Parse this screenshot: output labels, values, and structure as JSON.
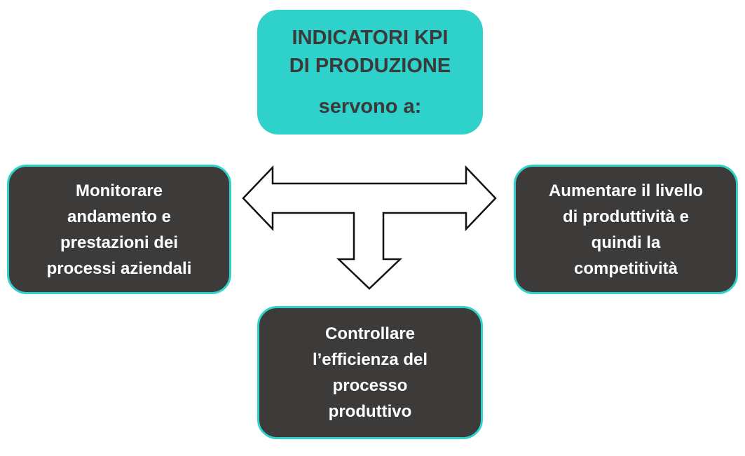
{
  "colors": {
    "accent": "#2fd1cb",
    "dark_box": "#3d3b39",
    "dark_text": "#3a3a3a",
    "light_text": "#ffffff"
  },
  "top_box": {
    "title_lines": [
      "INDICATORI KPI",
      "DI PRODUZIONE"
    ],
    "subtitle": "servono a:"
  },
  "left_box": {
    "lines": [
      "Monitorare",
      "andamento e",
      "prestazioni dei",
      "processi aziendali"
    ]
  },
  "right_box": {
    "lines": [
      "Aumentare il livello",
      "di produttività e",
      "quindi la",
      "competitività"
    ]
  },
  "bottom_box": {
    "lines": [
      "Controllare",
      "l’efficienza del",
      "processo",
      "produttivo"
    ]
  },
  "connector": {
    "icon": "three-way-arrow-icon",
    "directions": [
      "left",
      "right",
      "down"
    ]
  }
}
